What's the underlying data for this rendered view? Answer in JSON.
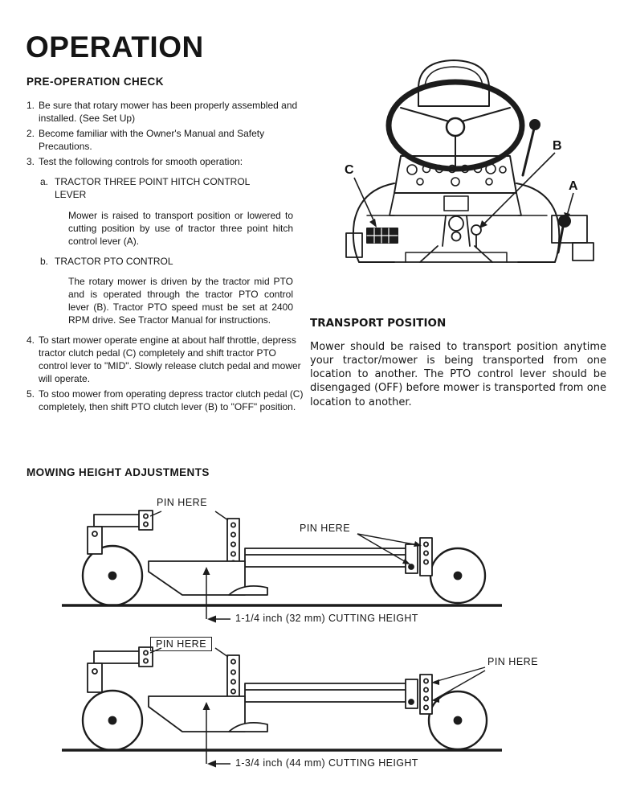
{
  "page_title": "OPERATION",
  "pre_operation": {
    "heading": "PRE-OPERATION CHECK",
    "items": [
      {
        "num": "1.",
        "text": "Be sure that rotary mower has been properly assembled and installed. (See Set Up)"
      },
      {
        "num": "2.",
        "text": "Become familiar with the Owner's Manual and Safety Precautions."
      },
      {
        "num": "3.",
        "text": "Test the following controls for smooth operation:"
      },
      {
        "num": "4.",
        "text": "To start mower operate engine at about half throttle, depress tractor clutch pedal (C) completely and shift tractor PTO control lever to \"MID\". Slowly release clutch pedal and mower will operate."
      },
      {
        "num": "5.",
        "text": "To stoo mower from operating depress tractor clutch pedal (C) completely, then shift PTO clutch lever (B) to \"OFF\" position."
      }
    ],
    "sub_items": [
      {
        "label": "a.",
        "title": "TRACTOR THREE POINT HITCH CONTROL LEVER",
        "body": "Mower is raised to transport position or lowered to cutting position by use of tractor three point hitch control lever (A)."
      },
      {
        "label": "b.",
        "title": "TRACTOR PTO CONTROL",
        "body": "The rotary mower is driven by the tractor mid PTO and is operated through the tractor PTO control lever (B). Tractor PTO speed must be set at 2400 RPM drive. See Tractor Manual for instructions."
      }
    ]
  },
  "tractor_figure": {
    "label_a": "A",
    "label_b": "B",
    "label_c": "C"
  },
  "transport_position": {
    "heading": "TRANSPORT POSITION",
    "body": "Mower should be raised to transport position anytime your tractor/mower is being transported from one location to another.  The PTO control lever should be disengaged (OFF) before mower is transported from one location to another."
  },
  "mowing_height": {
    "heading": "MOWING HEIGHT ADJUSTMENTS",
    "figure1": {
      "pin_label_left": "PIN HERE",
      "pin_label_right": "PIN HERE",
      "caption": "1-1/4 inch (32 mm) CUTTING HEIGHT"
    },
    "figure2": {
      "pin_label_left": "PIN HERE",
      "pin_label_right": "PIN HERE",
      "caption": "1-3/4 inch (44 mm) CUTTING HEIGHT"
    }
  }
}
